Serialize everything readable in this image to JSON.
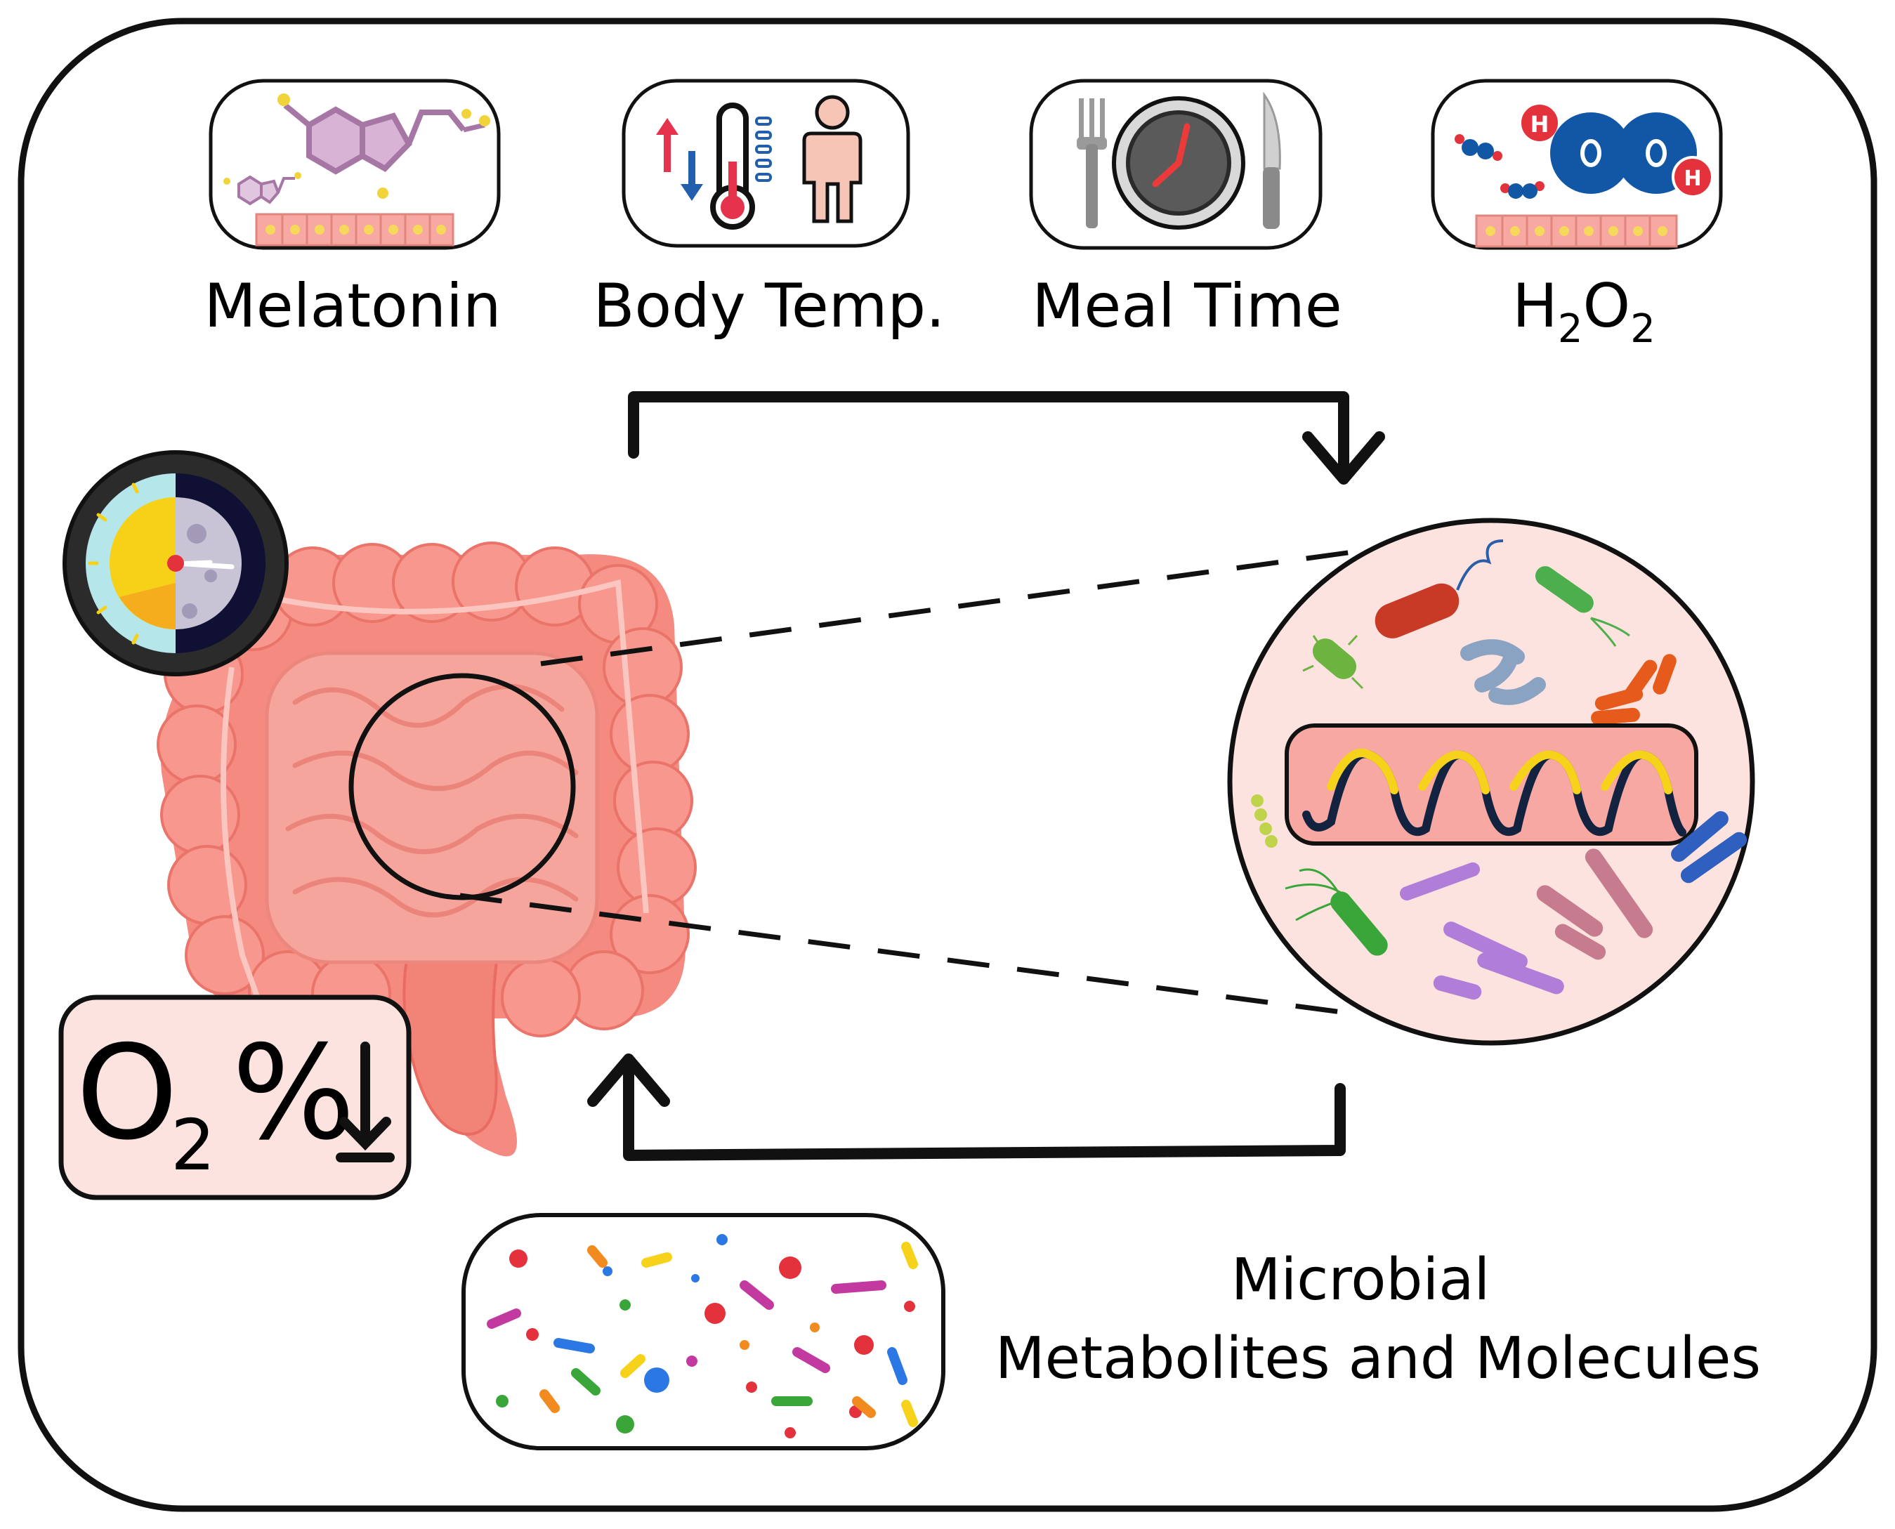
{
  "labels": {
    "melatonin": "Melatonin",
    "body_temp": "Body Temp.",
    "meal_time": "Meal Time",
    "h2o2_h": "H",
    "h2o2_sub1": "2",
    "h2o2_o": "O",
    "h2o2_sub2": "2",
    "metabolites_line1": "Microbial",
    "metabolites_line2": "Metabolites and Molecules"
  },
  "oxygen_box": {
    "o": "O",
    "sub": "2",
    "percent": "%"
  },
  "h2o2_icon": {
    "h": "H",
    "o": "O"
  },
  "colors": {
    "box_fill": "#fde3df",
    "intestine": "#f48a80",
    "intestine_dark": "#ec6e65",
    "wave_yellow": "#f6d21a",
    "wave_navy": "#13233f",
    "water_blue": "#1157a6",
    "hydrogen_red": "#e4323c",
    "melatonin_purple": "#b27bb0",
    "thermo_red": "#e5334d",
    "thermo_blue": "#2260ad"
  }
}
